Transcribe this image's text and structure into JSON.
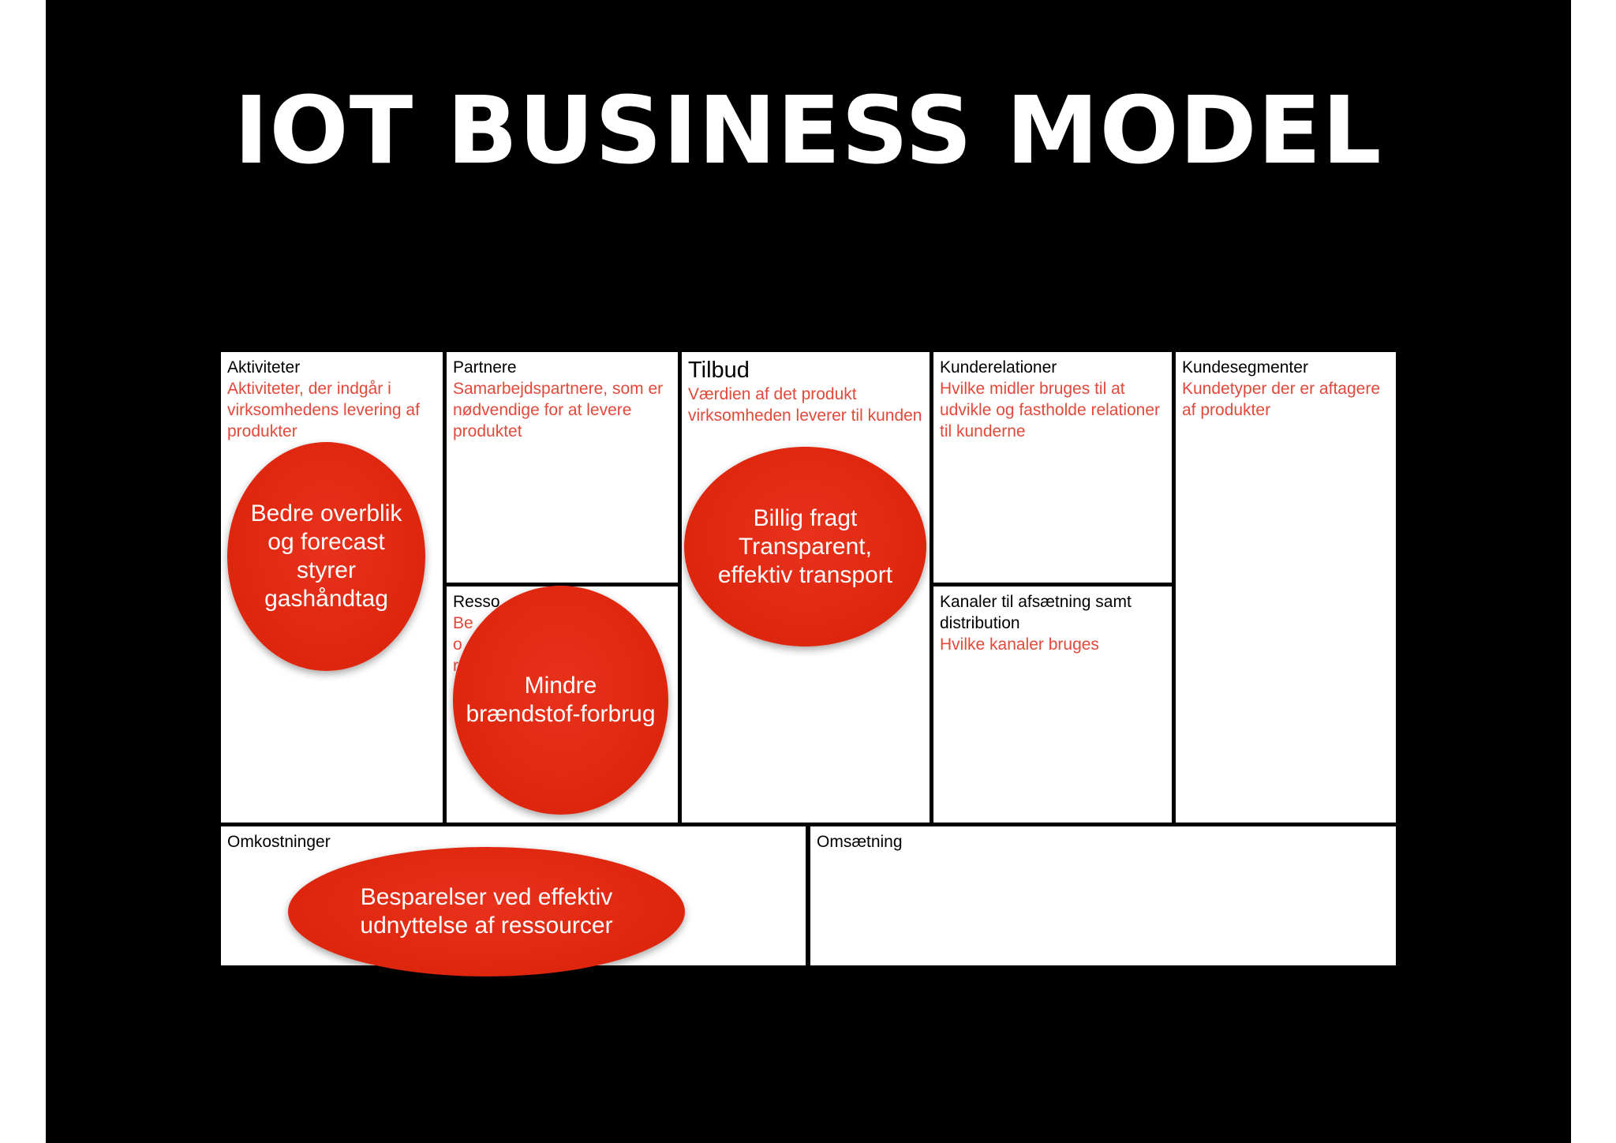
{
  "title": "IOT BUSINESS MODEL",
  "canvas": {
    "aktiviteter": {
      "heading": "Aktiviteter",
      "description": "Aktiviteter, der indgår i virksomhedens levering af produkter",
      "bubble": "Bedre overblik\nog forecast\nstyrer\ngashåndtag"
    },
    "partnere": {
      "heading": "Partnere",
      "description": "Samarbejdspartnere, som er nødvendige for at levere produktet"
    },
    "ressourcer": {
      "heading": "Resso",
      "description": "Be                          er\no\nr",
      "bubble": "Mindre\nbrændstof-forbrug"
    },
    "tilbud": {
      "heading": "Tilbud",
      "description": "Værdien af det produkt virksomheden leverer til kunden",
      "bubble": "Billig fragt\nTransparent,\neffektiv transport"
    },
    "kunderelationer": {
      "heading": "Kunderelationer",
      "description": "Hvilke midler bruges til at udvikle og fastholde relationer til kunderne"
    },
    "kanaler": {
      "heading": "Kanaler til afsætning samt distribution",
      "description": "Hvilke kanaler bruges"
    },
    "kundesegmenter": {
      "heading": "Kundesegmenter",
      "description": "Kundetyper der er aftagere af produkter"
    },
    "omkostninger": {
      "heading": "Omkostninger",
      "bubble": "Besparelser ved effektiv\nudnyttelse af ressourcer"
    },
    "omsaetning": {
      "heading": "Omsætning"
    }
  },
  "colors": {
    "background": "#000000",
    "bubble": "#e0270f",
    "description_text": "#e2493a"
  }
}
